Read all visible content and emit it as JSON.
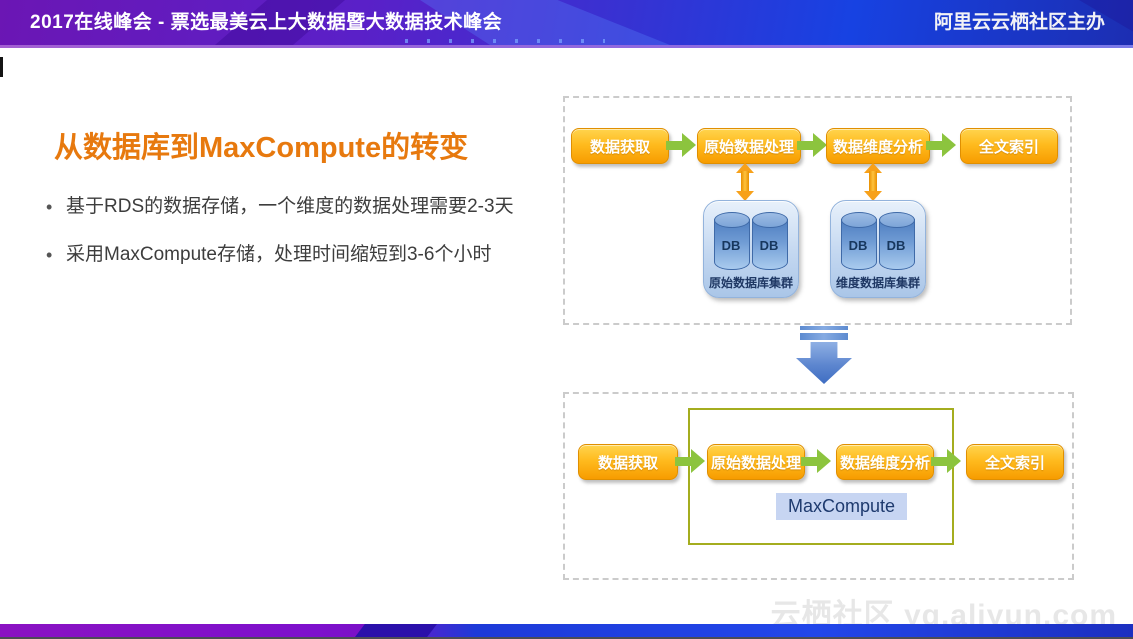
{
  "header": {
    "left_title": "2017在线峰会 - 票选最美云上大数据暨大数据技术峰会",
    "right_title": "阿里云云栖社区主办"
  },
  "slide": {
    "title": "从数据库到MaxCompute的转变",
    "bullet_marker": "•",
    "bullets": [
      "基于RDS的数据存储，一个维度的数据处理需要2-3天",
      "采用MaxCompute存储，处理时间缩短到3-6个小时"
    ]
  },
  "diagram_top": {
    "flow": [
      "数据获取",
      "原始数据处理",
      "数据维度分析",
      "全文索引"
    ],
    "clusters": [
      {
        "label": "原始数据库集群",
        "db_label": "DB"
      },
      {
        "label": "维度数据库集群",
        "db_label": "DB"
      }
    ]
  },
  "diagram_bottom": {
    "flow": [
      "数据获取",
      "原始数据处理",
      "数据维度分析",
      "全文索引"
    ],
    "maxcompute_label": "MaxCompute"
  },
  "watermark": "云栖社区 yq.aliyun.com",
  "colors": {
    "title_orange": "#e7790e",
    "flow_box_orange": "#f79c00",
    "arrow_green": "#8cc43e",
    "double_arrow_orange": "#f7a11a",
    "cluster_blue": "#c3d7f0",
    "big_arrow_blue": "#4472c4",
    "maxcompute_tag_bg": "#c7d5f2",
    "maxcompute_tag_text": "#1e3a6e",
    "scope_border_olive": "#a4ad1f",
    "header_purple": "#5a20c8",
    "header_blue": "#1742e2"
  }
}
